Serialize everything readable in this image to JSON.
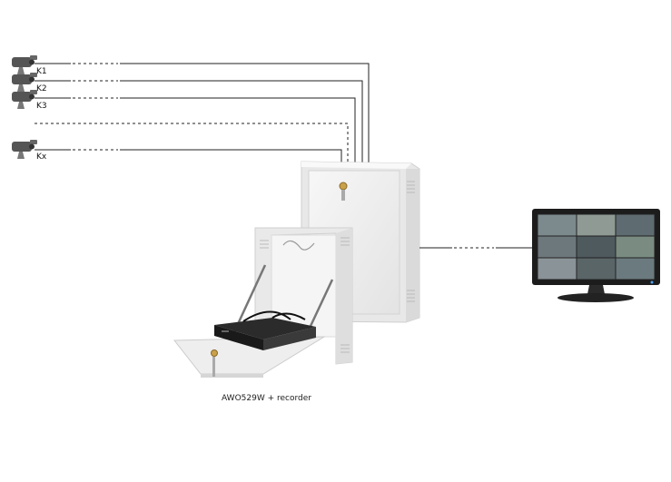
{
  "cameras": [
    {
      "label": "K1"
    },
    {
      "label": "K2"
    },
    {
      "label": "K3"
    },
    {
      "label": "Kx"
    }
  ],
  "caption": "AWO529W + recorder",
  "colors": {
    "line": "#222222",
    "cabinet": "#f1f1f1",
    "cabinet_edge": "#c9c9c9",
    "monitor": "#1c1c1c",
    "camera": "#4a4a4a"
  },
  "icons": [
    "camera-icon",
    "wall-cabinet-icon",
    "open-cabinet-icon",
    "dvr-recorder-icon",
    "monitor-icon",
    "key-icon"
  ]
}
